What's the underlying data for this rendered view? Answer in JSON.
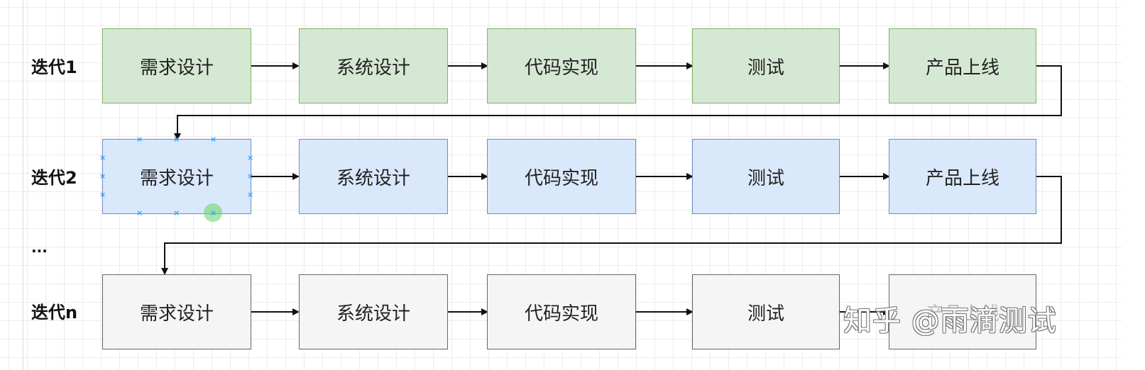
{
  "rows": [
    {
      "label": "迭代1",
      "steps": [
        "需求设计",
        "系统设计",
        "代码实现",
        "测试",
        "产品上线"
      ]
    },
    {
      "label": "迭代2",
      "steps": [
        "需求设计",
        "系统设计",
        "代码实现",
        "测试",
        "产品上线"
      ]
    },
    {
      "label": "迭代n",
      "steps": [
        "需求设计",
        "系统设计",
        "代码实现",
        "测试",
        "产品上线"
      ]
    }
  ],
  "ellipsis": "...",
  "watermark": "知乎 @雨滴测试",
  "colors": {
    "row1_fill": "#d5e8d4",
    "row1_stroke": "#82b366",
    "row2_fill": "#dae8fc",
    "row2_stroke": "#6c8ebf",
    "row3_fill": "#f5f5f5",
    "row3_stroke": "#666666",
    "selection_handles": "#29a3ff"
  }
}
